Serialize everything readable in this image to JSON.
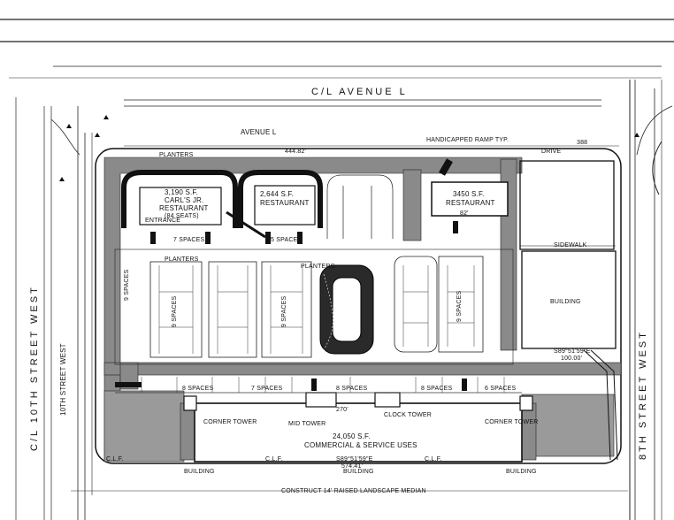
{
  "streets": {
    "avenue_centerline": "C/L AVENUE L",
    "avenue": "AVENUE  L",
    "tenth_centerline": "C/L 10TH STREET WEST",
    "tenth": "10TH STREET WEST",
    "eighth": "8TH STREET WEST"
  },
  "buildings": {
    "carls": {
      "area": "3,190 S.F.",
      "name": "CARL'S JR.",
      "use": "RESTAURANT",
      "seats": "(84 SEATS)"
    },
    "restaurant_2": {
      "area": "2,644 S.F.",
      "use": "RESTAURANT"
    },
    "restaurant_3": {
      "area": "3450 S.F.",
      "use": "RESTAURANT"
    },
    "east_building": "BUILDING",
    "main": {
      "area": "24,050 S.F.",
      "use": "COMMERCIAL & SERVICE USES"
    }
  },
  "features": {
    "corner_tower": "CORNER TOWER",
    "mid_tower": "MID TOWER",
    "clock_tower": "CLOCK TOWER",
    "planters": "PLANTERS",
    "sidewalk": "SIDEWALK",
    "drive": "DRIVE",
    "building_small": "BUILDING",
    "entrance": "ENTRANCE",
    "handicapped_ramp": "HANDICAPPED RAMP TYP.",
    "landscape_median": "CONSTRUCT 14' RAISED LANDSCAPE MEDIAN",
    "clf": "C.L.F."
  },
  "parking": {
    "seven": "7 SPACES",
    "five": "5 SPACES",
    "eight": "8 SPACES",
    "six": "6 SPACES",
    "nine": "9 SPACES"
  },
  "dimensions": {
    "north": "444.82'",
    "south": "574.41'",
    "south_bearing": "S89°51'59\"E",
    "east_bearing": "S89°51'59\"E",
    "east_len": "100.00'",
    "frontage": "388",
    "r1": "270'",
    "r2": "82'"
  }
}
